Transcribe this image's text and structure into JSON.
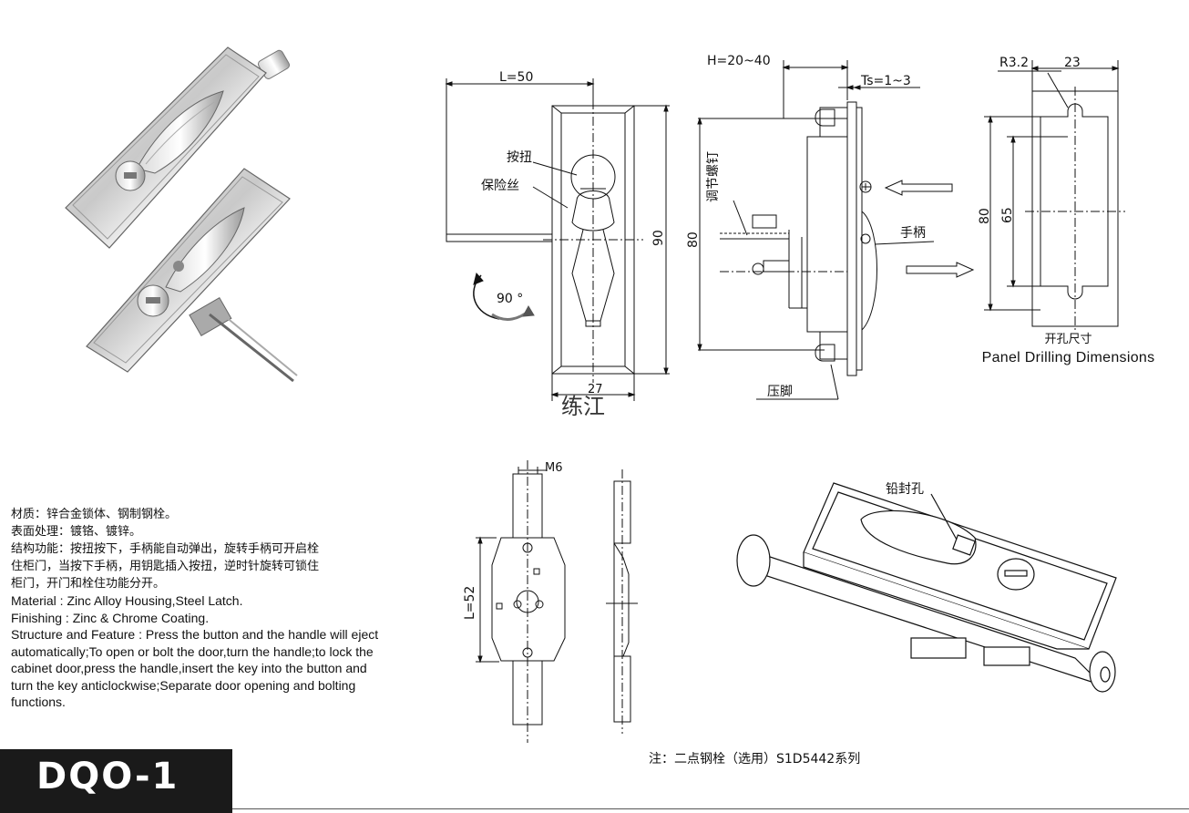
{
  "model": "DQO-1",
  "note": "注：二点钢栓（选用）S1D5442系列",
  "watermark": "练江",
  "panel": {
    "label_cn": "开孔尺寸",
    "label_en": "Panel Drilling Dimensions"
  },
  "spec_cn": [
    "材质：锌合金锁体、钢制钢栓。",
    "表面处理：镀铬、镀锌。",
    "结构功能：按扭按下，手柄能自动弹出，旋转手柄可开启栓",
    "住柜门，当按下手柄，用钥匙插入按扭，逆时针旋转可锁住",
    "柜门，开门和栓住功能分开。"
  ],
  "spec_en": [
    "Material : Zinc Alloy Housing,Steel Latch.",
    "Finishing : Zinc & Chrome Coating.",
    "Structure and Feature : Press the button and the handle will eject",
    " automatically;To open or bolt the door,turn the handle;to lock the",
    "cabinet door,press the handle,insert the key into the button and",
    "turn the key anticlockwise;Separate door opening and bolting",
    " functions."
  ],
  "front": {
    "dim_width": "L=50",
    "dim_height": "90",
    "dim_base": "27",
    "rotation": "90 °",
    "label_button": "按扭",
    "label_wire": "保险丝"
  },
  "side": {
    "dim_h": "H=20~40",
    "dim_ts": "Ts=1~3",
    "dim_80": "80",
    "label_screw": "调节螺钉",
    "label_handle": "手柄",
    "label_clamp": "压脚"
  },
  "drill": {
    "r": "R3.2",
    "w": "23",
    "h80": "80",
    "h65": "65"
  },
  "bolt": {
    "m6": "M6",
    "l52": "L=52"
  },
  "iso": {
    "label_seal": "铅封孔"
  }
}
